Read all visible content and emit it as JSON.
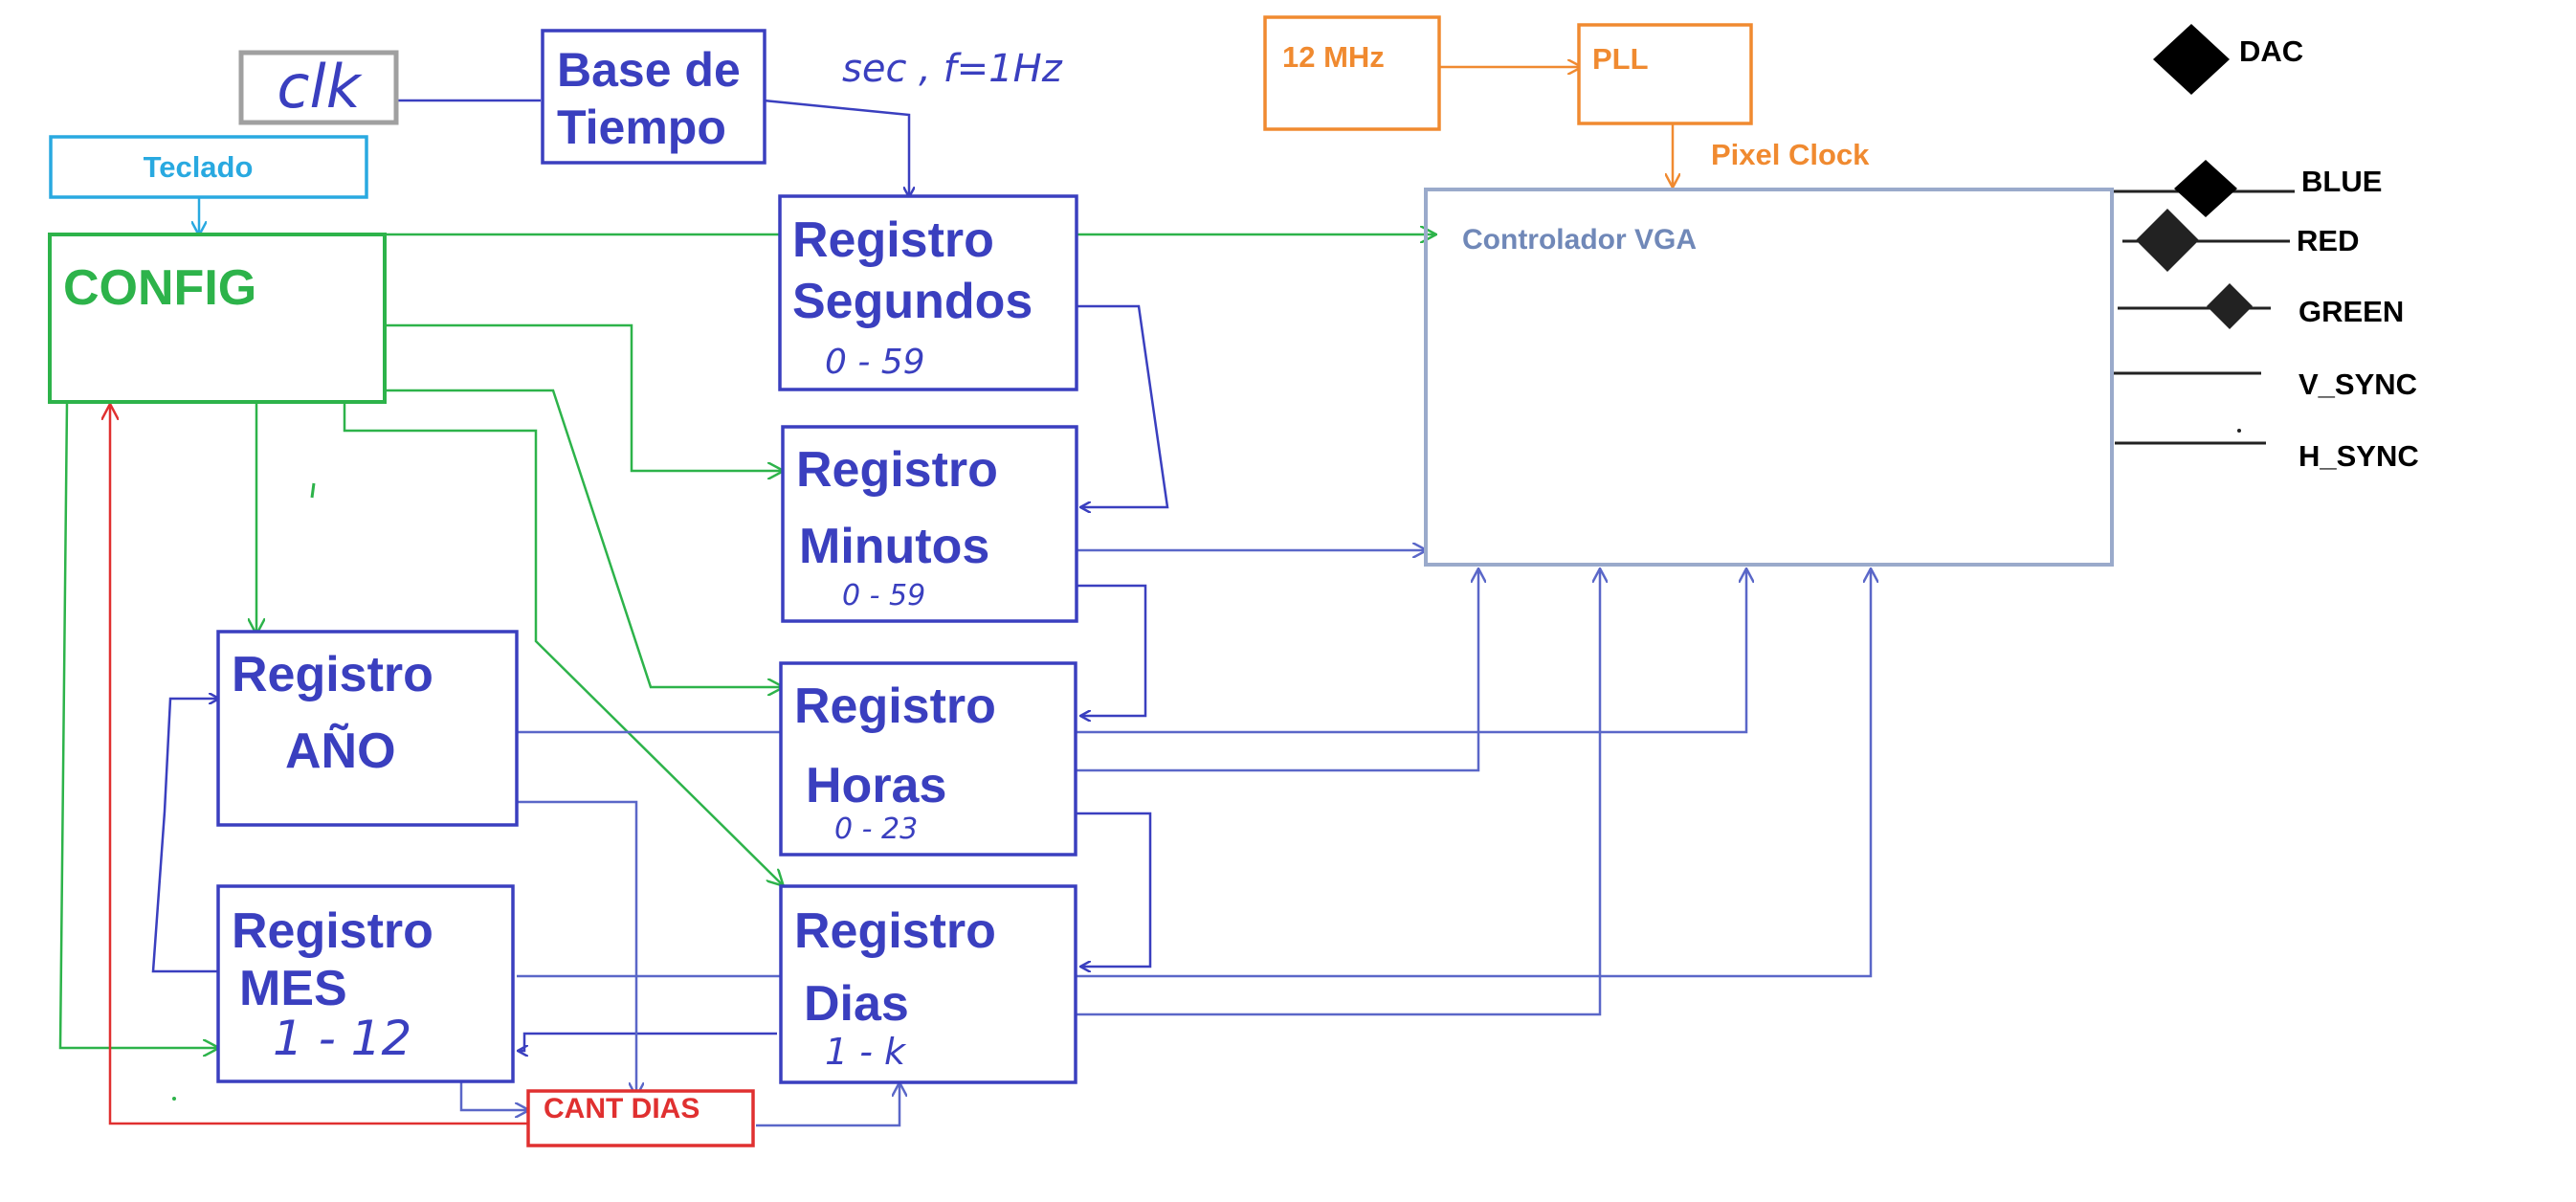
{
  "blocks": {
    "clk": "clk",
    "base_line1": "Base de",
    "base_line2": "Tiempo",
    "teclado": "Teclado",
    "config": "CONFIG",
    "reg_seg_l1": "Registro",
    "reg_seg_l2": "Segundos",
    "reg_seg_range": "0 - 59",
    "reg_min_l1": "Registro",
    "reg_min_l2": "Minutos",
    "reg_min_range": "0 - 59",
    "reg_hor_l1": "Registro",
    "reg_hor_l2": "Horas",
    "reg_hor_range": "0 - 23",
    "reg_dia_l1": "Registro",
    "reg_dia_l2": "Dias",
    "reg_dia_range": "1 - k",
    "reg_ano_l1": "Registro",
    "reg_ano_l2": "AÑO",
    "reg_mes_l1": "Registro",
    "reg_mes_l2": "MES",
    "reg_mes_range": "1 - 12",
    "cant_dias": "CANT DIAS",
    "osc": "12 MHz",
    "pll": "PLL",
    "pixel_clock": "Pixel Clock",
    "vga": "Controlador VGA",
    "dac": "DAC"
  },
  "annotations": {
    "freq_note": "sec , f=1Hz"
  },
  "outputs": [
    "BLUE",
    "RED",
    "GREEN",
    "V_SYNC",
    "H_SYNC"
  ],
  "colors": {
    "blue": "#3a3fbf",
    "light_blue": "#5a67c8",
    "green": "#2db34a",
    "red": "#e03030",
    "orange": "#f08a30",
    "cyan": "#29a9e0",
    "gray": "#a0a0a0",
    "vga_border": "#9aaacb",
    "vga_text": "#7088b8",
    "black": "#000000"
  }
}
